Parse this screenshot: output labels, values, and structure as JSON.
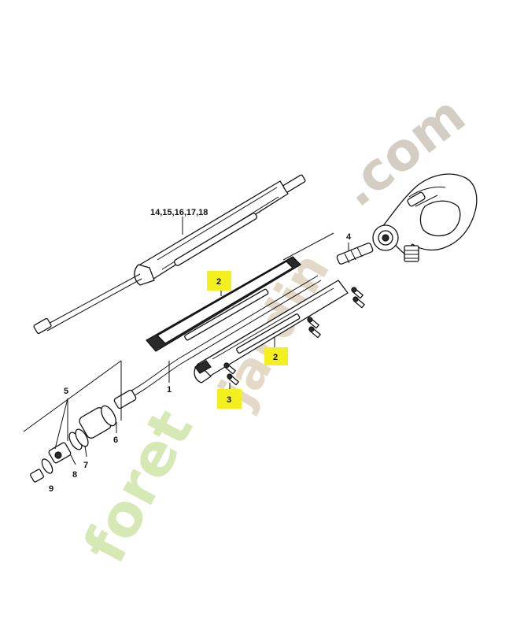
{
  "watermark": {
    "part1": "foret",
    "part2": "jardin",
    "part3": ".com",
    "colors": {
      "foret": "#d6e8b4",
      "jardin": "#e4d9c6",
      "com": "#d3cdc4"
    }
  },
  "callouts": {
    "lance": "14,15,16,17,18",
    "shell_upper": "2",
    "shell_lower": "2",
    "screw": "3",
    "nipple": "4",
    "tube": "1",
    "nozzle_kit": "5",
    "nozzle_cap": "6",
    "oring": "7",
    "nozzle_body": "8",
    "tip": "9"
  },
  "highlight_color": "#f4f01f",
  "icons": {
    "spray_gun": "spray-gun-handle",
    "lance": "lance-assembly",
    "nozzle": "nozzle-parts"
  }
}
